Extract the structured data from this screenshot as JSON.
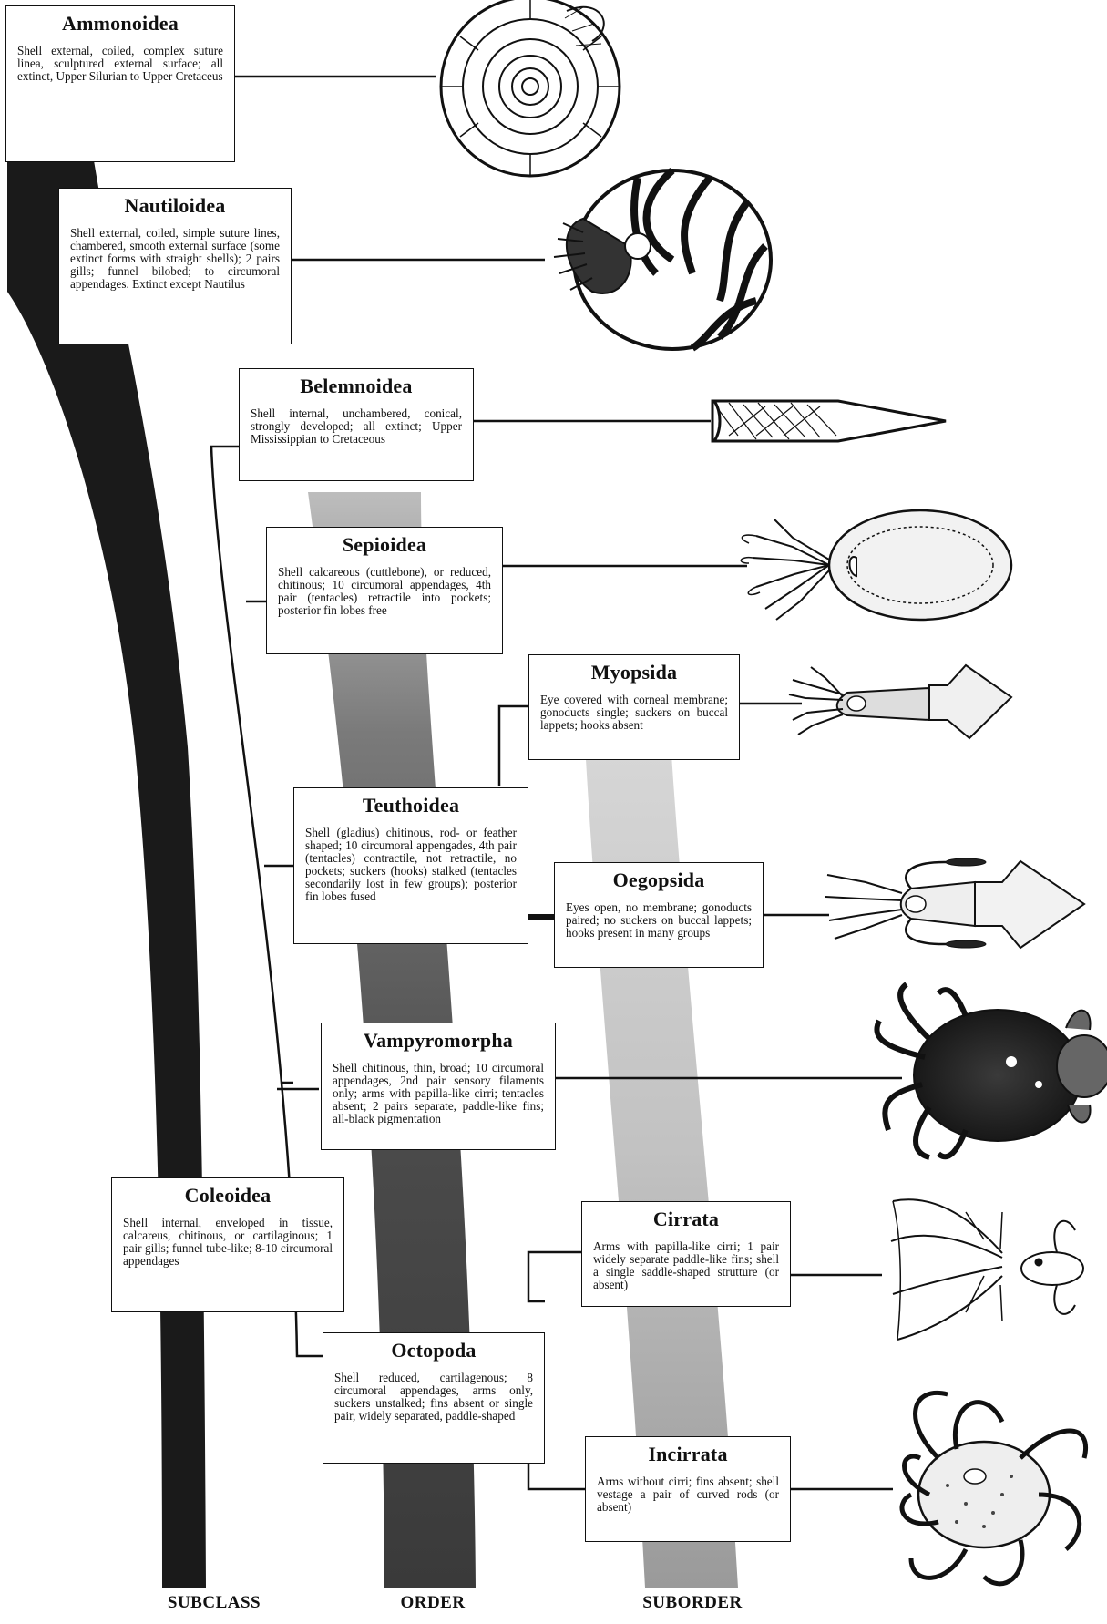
{
  "taxa": {
    "ammonoidea": {
      "name": "Ammonoidea",
      "desc": "Shell external, coiled, complex suture linea, sculptured external surface; all extinct, Upper Silurian to Upper Cretaceus"
    },
    "nautiloidea": {
      "name": "Nautiloidea",
      "desc": "Shell external, coiled, simple suture lines, chambered, smooth external surface (some extinct forms with straight shells); 2 pairs gills; funnel bilobed; to circumoral appendages. Extinct except Nautilus"
    },
    "belemnoidea": {
      "name": "Belemnoidea",
      "desc": "Shell internal, unchambered, conical, strongly developed; all extinct; Upper Mississippian to Cretaceous"
    },
    "sepioidea": {
      "name": "Sepioidea",
      "desc": "Shell calcareous (cuttlebone), or reduced, chitinous; 10 circumoral appendages, 4th pair (tentacles) retractile into pockets; posterior fin lobes free"
    },
    "myopsida": {
      "name": "Myopsida",
      "desc": "Eye covered with corneal membrane; gonoducts single; suckers on buccal lappets; hooks absent"
    },
    "teuthoidea": {
      "name": "Teuthoidea",
      "desc": "Shell (gladius) chitinous, rod- or feather shaped; 10 circumoral appengades, 4th pair (tentacles) contractile, not retractile, no pockets; suckers (hooks) stalked (tentacles secondarily lost in few groups); posterior fin lobes fused"
    },
    "oegopsida": {
      "name": "Oegopsida",
      "desc": "Eyes open, no membrane; gonoducts paired; no suckers on buccal lappets; hooks present in many groups"
    },
    "vampyromorpha": {
      "name": "Vampyromorpha",
      "desc": "Shell chitinous, thin, broad; 10 circumoral appendages, 2nd pair sensory filaments only; arms with papilla-like cirri; tentacles absent; 2 pairs separate, paddle-like fins; all-black pigmentation"
    },
    "coleoidea": {
      "name": "Coleoidea",
      "desc": "Shell internal, enveloped in tissue, calcareus, chitinous, or cartilaginous; 1 pair gills; funnel tube-like; 8-10 circumoral appendages"
    },
    "cirrata": {
      "name": "Cirrata",
      "desc": "Arms with papilla-like cirri; 1 pair widely separate paddle-like fins; shell a single saddle-shaped strutture (or absent)"
    },
    "octopoda": {
      "name": "Octopoda",
      "desc": "Shell reduced, cartilagenous; 8 circumoral appendages, arms only, suckers unstalked; fins absent or single pair, widely separated, paddle-shaped"
    },
    "incirrata": {
      "name": "Incirrata",
      "desc": "Arms without cirri; fins absent; shell vestage a pair of curved rods (or absent)"
    }
  },
  "columns": {
    "subclass": "SUBCLASS",
    "order": "ORDER",
    "suborder": "SUBORDER"
  },
  "colors": {
    "subclass_band": "#1a1a1a",
    "order_band": "#4a4a4a",
    "suborder_band": "#bdbdbd",
    "line": "#111111"
  },
  "illustrations": [
    "ammonite-illustration",
    "nautilus-illustration",
    "belemnite-illustration",
    "cuttlefish-illustration",
    "myopsid-squid-illustration",
    "oegopsid-squid-illustration",
    "vampire-squid-illustration",
    "cirrate-octopus-illustration",
    "incirrate-octopus-illustration"
  ]
}
